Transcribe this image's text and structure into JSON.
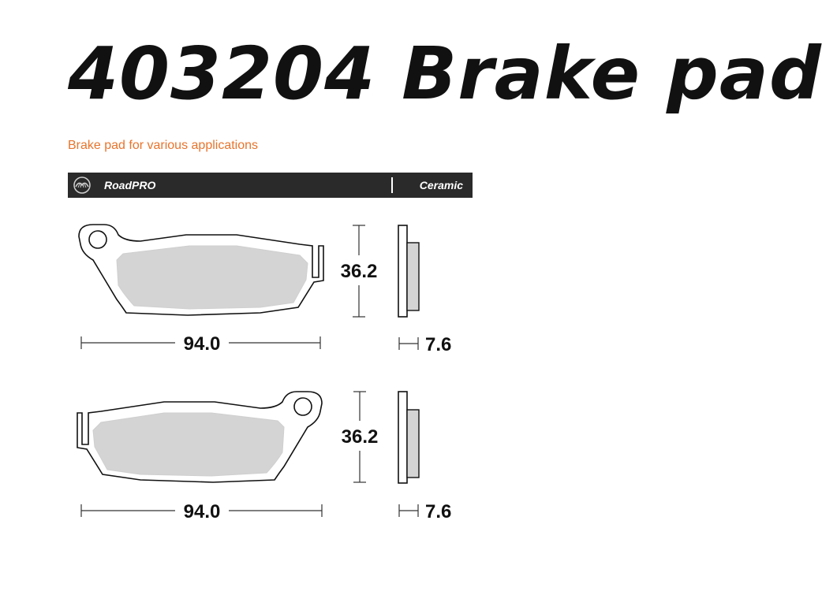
{
  "header": {
    "title": "403204 Brake pad",
    "subtitle": "Brake pad for various applications",
    "accent_color": "#e8742c"
  },
  "bar": {
    "brand": "RoadPRO",
    "compound": "Ceramic",
    "logo_icon": "wings-logo-icon",
    "background": "#2a2a2a"
  },
  "pads": [
    {
      "orientation": "ear-left",
      "length": "94.0",
      "height": "36.2",
      "thickness": "7.6"
    },
    {
      "orientation": "ear-right",
      "length": "94.0",
      "height": "36.2",
      "thickness": "7.6"
    }
  ]
}
